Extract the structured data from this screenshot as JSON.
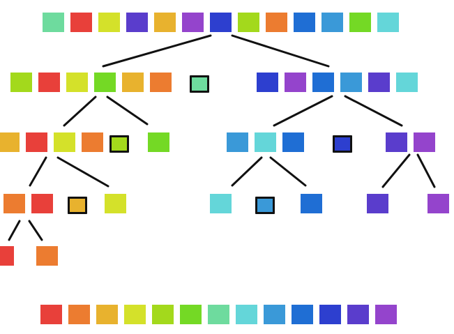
{
  "colors": {
    "c1": "#e8403a",
    "c2": "#ec7c30",
    "c3": "#e8b22e",
    "c4": "#d4e12a",
    "c5": "#a3d91c",
    "c6": "#74d925",
    "c7": "#6edb9e",
    "c8": "#64d6d9",
    "c9": "#3a99d8",
    "c10": "#1f6ed4",
    "c11": "#2d3fcf",
    "c12": "#5a3dcc",
    "c13": "#9444cc",
    "edge": "#111111"
  },
  "diagram": {
    "input_sequence": [
      "c7",
      "c1",
      "c4",
      "c12",
      "c3",
      "c13",
      "c11",
      "c5",
      "c2",
      "c10",
      "c9",
      "c6",
      "c8"
    ],
    "sorted_sequence": [
      "c1",
      "c2",
      "c3",
      "c4",
      "c5",
      "c6",
      "c7",
      "c8",
      "c9",
      "c10",
      "c11",
      "c12",
      "c13"
    ],
    "nodes": [
      {
        "id": "level1-left",
        "items": [
          "c5",
          "c1",
          "c4",
          "c6",
          "c3",
          "c2"
        ]
      },
      {
        "id": "level1-pivot",
        "items": [
          "c7"
        ],
        "pivot": true
      },
      {
        "id": "level1-right",
        "items": [
          "c11",
          "c13",
          "c10",
          "c9",
          "c12",
          "c8"
        ]
      },
      {
        "id": "level2-left",
        "items": [
          "c3",
          "c1",
          "c4",
          "c2"
        ]
      },
      {
        "id": "level2-left-pivot",
        "items": [
          "c5"
        ],
        "pivot": true
      },
      {
        "id": "level2-left-right",
        "items": [
          "c6"
        ]
      },
      {
        "id": "level2-right-left",
        "items": [
          "c9",
          "c8",
          "c10"
        ]
      },
      {
        "id": "level2-right-pivot",
        "items": [
          "c11"
        ],
        "pivot": true
      },
      {
        "id": "level2-right-right",
        "items": [
          "c12",
          "c13"
        ]
      },
      {
        "id": "level3-a",
        "items": [
          "c2",
          "c1"
        ]
      },
      {
        "id": "level3-a-pivot",
        "items": [
          "c3"
        ],
        "pivot": true
      },
      {
        "id": "level3-b",
        "items": [
          "c4"
        ]
      },
      {
        "id": "level3-c",
        "items": [
          "c8"
        ]
      },
      {
        "id": "level3-c-pivot",
        "items": [
          "c9"
        ],
        "pivot": true
      },
      {
        "id": "level3-d",
        "items": [
          "c10"
        ]
      },
      {
        "id": "level3-e",
        "items": [
          "c12"
        ]
      },
      {
        "id": "level3-f",
        "items": [
          "c13"
        ]
      },
      {
        "id": "level4-a",
        "items": [
          "c1"
        ]
      },
      {
        "id": "level4-b",
        "items": [
          "c2"
        ]
      }
    ]
  }
}
